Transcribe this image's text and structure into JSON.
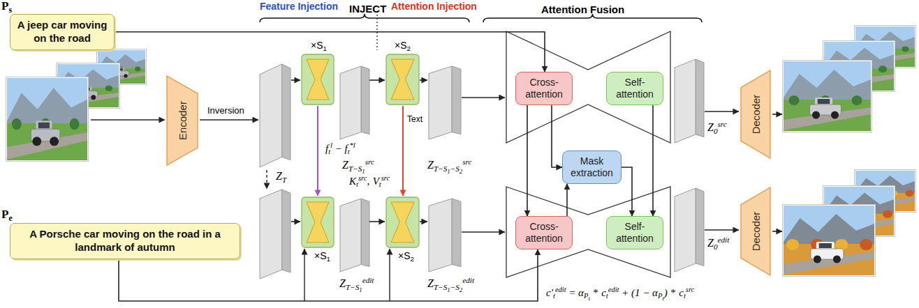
{
  "diagram": {
    "nodes": [
      {
        "text": [
          "A jeep car moving on the road"
        ]
      },
      {
        "text": [
          "Encoder"
        ]
      },
      {
        "text": [
          "Cross-attention"
        ]
      },
      {
        "text": [
          "Self-attention"
        ]
      },
      {
        "text": [
          "Mask extraction"
        ]
      },
      {
        "text": [
          "Decoder"
        ]
      },
      {
        "text": [
          "A Porsche car moving on the road in a landmark of autumn"
        ]
      },
      {
        "text": [
          "Cross-attention"
        ]
      },
      {
        "text": [
          "Self-attention"
        ]
      },
      {
        "text": [
          "Decoder"
        ]
      }
    ],
    "edges": [
      {
        "from": 0,
        "to": 2,
        "arrow": "to"
      },
      {
        "from": 2,
        "to": 4,
        "arrow": "to"
      },
      {
        "from": 2,
        "to": 7,
        "arrow": "to"
      },
      {
        "from": 7,
        "to": 4,
        "arrow": "to"
      },
      {
        "from": 4,
        "to": 8,
        "arrow": "to"
      },
      {
        "from": 3,
        "to": 8,
        "arrow": "to"
      },
      {
        "from": 6,
        "to": 7,
        "arrow": "to"
      }
    ],
    "labels": [
      "Feature Injection",
      "INJECT",
      "Attention Injection",
      "Attention Fusion",
      "P",
      "s",
      "P",
      "e",
      "Inversion",
      "×S",
      "1",
      "×S",
      "2",
      "×S",
      "1",
      "×S",
      "2",
      "Z",
      "T",
      "Z",
      "T−S",
      "1",
      "src",
      "Z",
      "T−S",
      "1",
      "−S",
      "2",
      "src",
      "Z",
      "0",
      "src",
      "f",
      "t",
      "l",
      "−",
      "f",
      "t",
      "*l",
      "Text",
      "K",
      "t",
      "src",
      ",",
      "V",
      "t",
      "src",
      "Z",
      "T−S",
      "1",
      "edit",
      "Z",
      "T−S",
      "1",
      "−S",
      "2",
      "edit",
      "Z",
      "0",
      "edit",
      "c′",
      "t",
      "edit",
      "=",
      "α",
      "P",
      "t",
      "*",
      "c",
      "t",
      "edit",
      "+",
      "(1 − α",
      "P",
      "t",
      ")",
      "*",
      "c",
      "t",
      "src"
    ]
  }
}
